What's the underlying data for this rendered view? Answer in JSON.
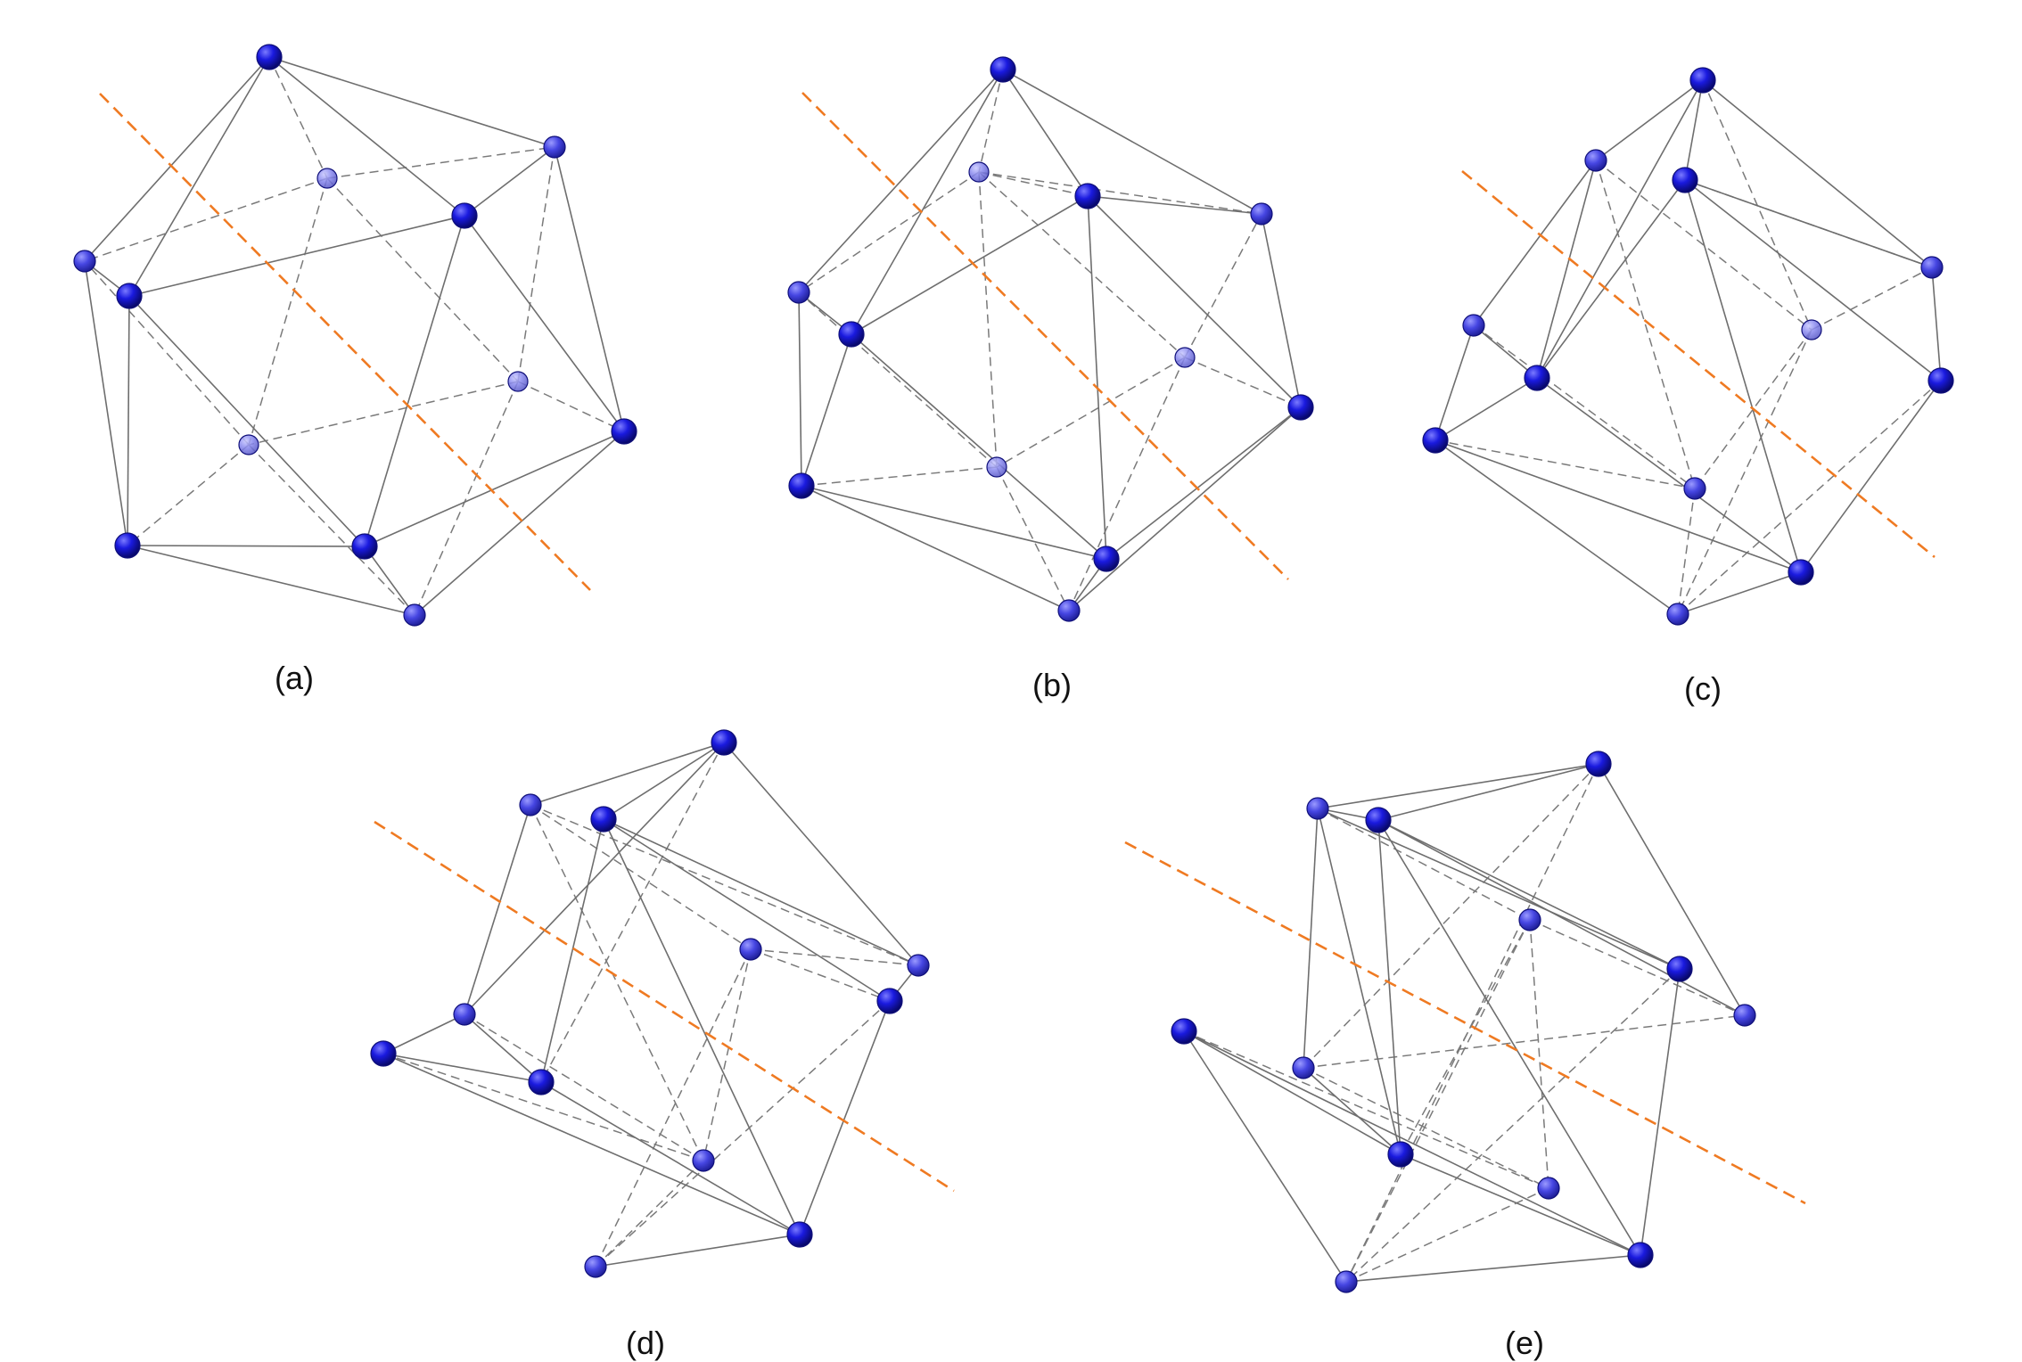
{
  "figure": {
    "colors": {
      "vertex_front": "#1a1adf",
      "vertex_back": "#7a7ae8",
      "vertex_stroke": "#10107a",
      "edge": "#6e6e6e",
      "cut_line": "#ef7a22",
      "background": "#ffffff"
    },
    "panels": [
      {
        "id": "a",
        "label": "(a)"
      },
      {
        "id": "b",
        "label": "(b)"
      },
      {
        "id": "c",
        "label": "(c)"
      },
      {
        "id": "d",
        "label": "(d)"
      },
      {
        "id": "e",
        "label": "(e)"
      }
    ]
  }
}
